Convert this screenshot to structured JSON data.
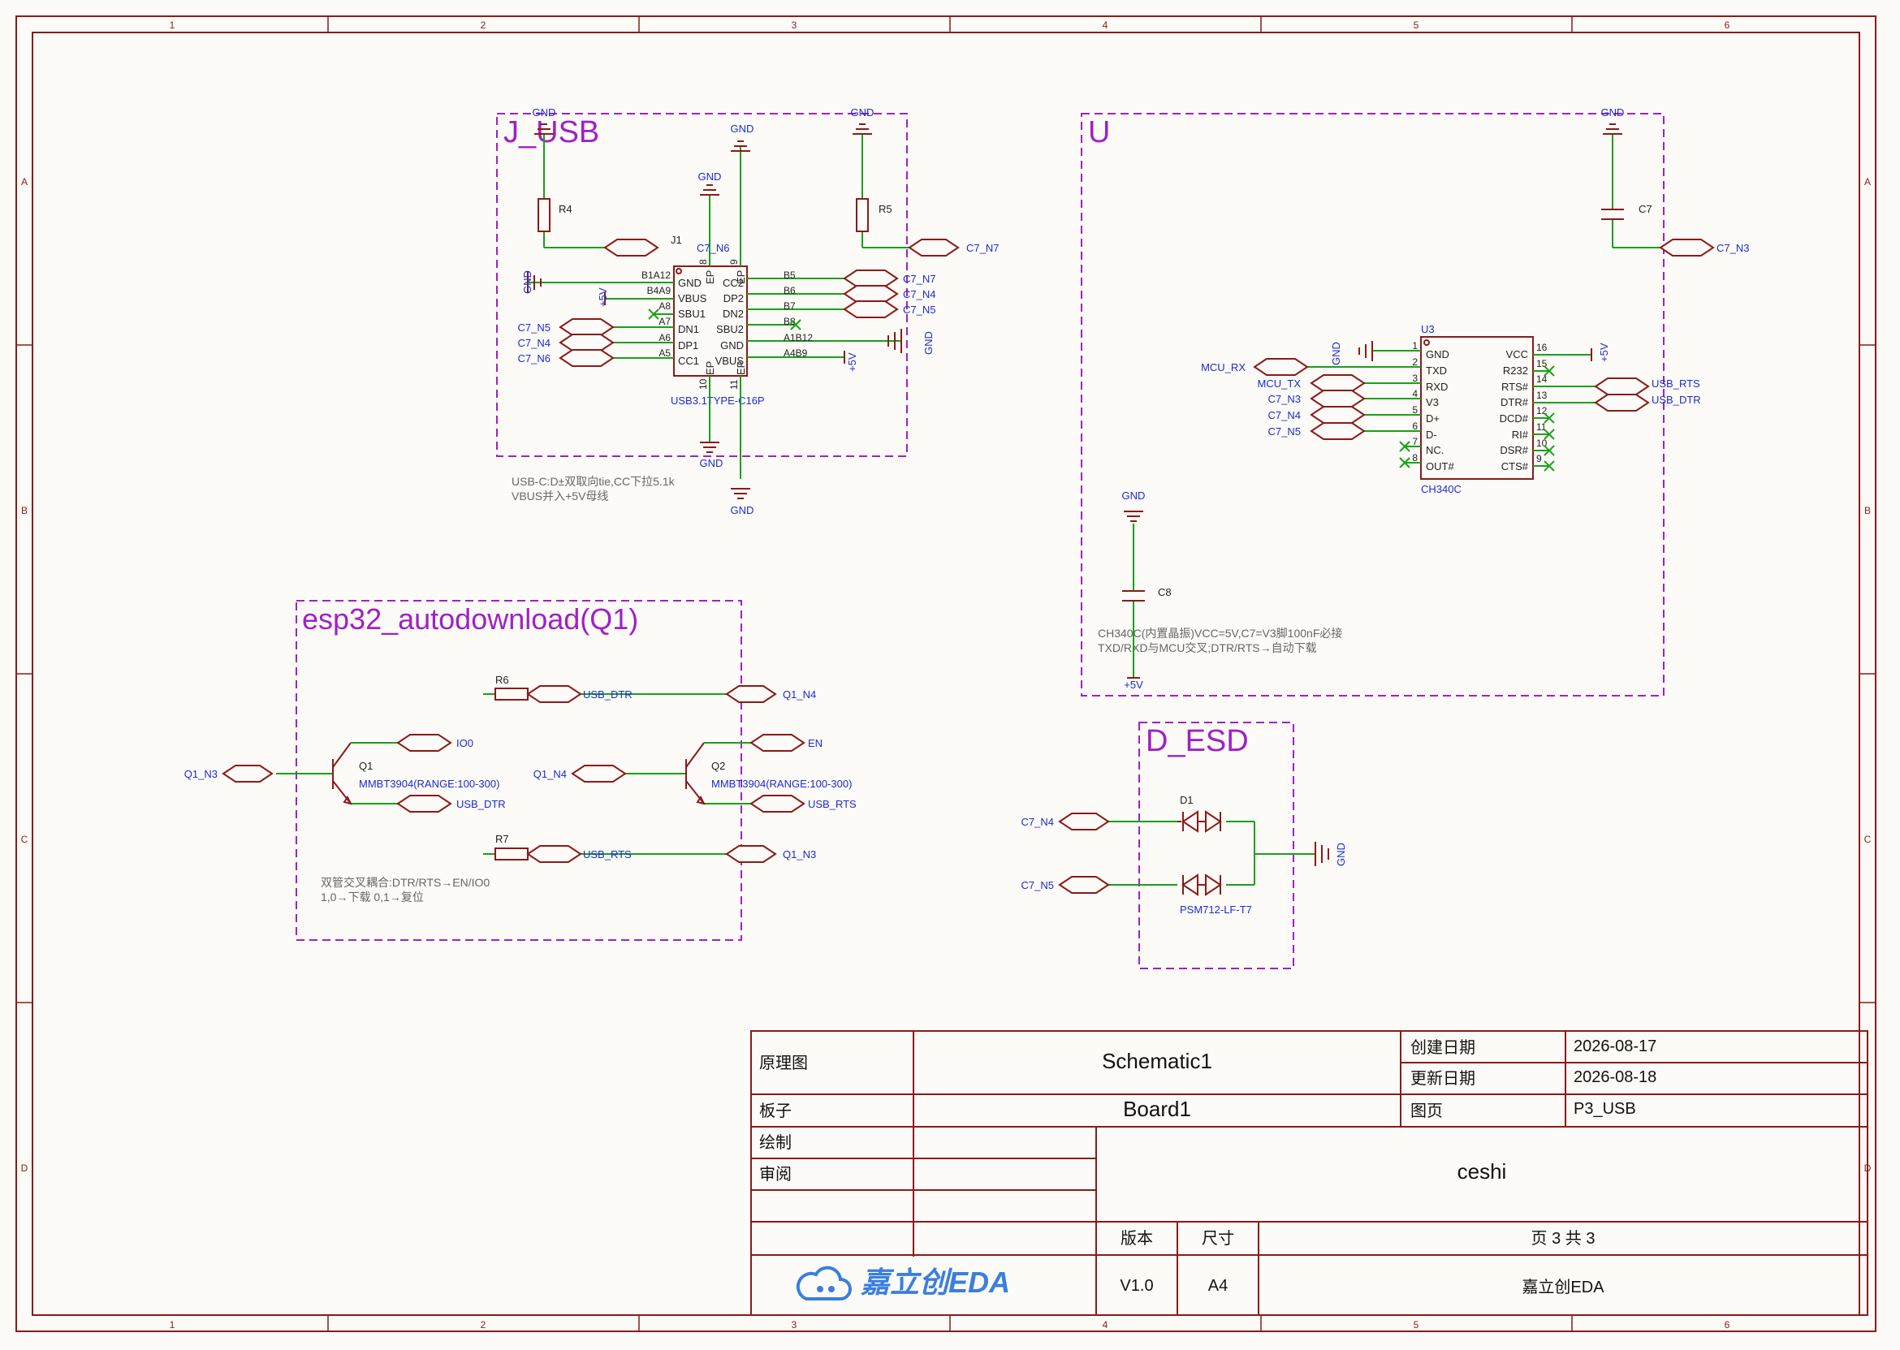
{
  "border": {
    "columns": [
      "1",
      "2",
      "3",
      "4",
      "5",
      "6"
    ],
    "rows": [
      "A",
      "B",
      "C",
      "D"
    ]
  },
  "groups": {
    "j_usb": {
      "title": "J_USB",
      "note_line1": "USB-C:D±双取向tie,CC下拉5.1k",
      "note_line2": "VBUS并入+5V母线"
    },
    "u": {
      "title": "U",
      "note_line1": "CH340C(内置晶振)VCC=5V,C7=V3脚100nF必接",
      "note_line2": "TXD/RXD与MCU交叉;DTR/RTS→自动下载"
    },
    "esp32": {
      "title": "esp32_autodownload(Q1)",
      "note_line1": "双管交叉耦合:DTR/RTS→EN/IO0",
      "note_line2": "1,0→下载 0,1→复位"
    },
    "d_esd": {
      "title": "D_ESD"
    }
  },
  "components": {
    "J1": {
      "ref": "J1",
      "value": "USB3.1TYPE-C16P",
      "left_pins": [
        {
          "num": "B1A12",
          "name": "GND"
        },
        {
          "num": "B4A9",
          "name": "VBUS"
        },
        {
          "num": "A8",
          "name": "SBU1"
        },
        {
          "num": "A7",
          "name": "DN1"
        },
        {
          "num": "A6",
          "name": "DP1"
        },
        {
          "num": "A5",
          "name": "CC1"
        }
      ],
      "right_pins": [
        {
          "num": "B5",
          "name": "CC2"
        },
        {
          "num": "B6",
          "name": "DP2"
        },
        {
          "num": "B7",
          "name": "DN2"
        },
        {
          "num": "B8",
          "name": "SBU2"
        },
        {
          "num": "A1B12",
          "name": "GND"
        },
        {
          "num": "A4B9",
          "name": "VBUS"
        }
      ],
      "top_pins": [
        {
          "num": "8",
          "name": "EP"
        },
        {
          "num": "9",
          "name": "EP"
        }
      ],
      "bottom_pins": [
        {
          "num": "10",
          "name": "EP"
        },
        {
          "num": "11",
          "name": "EP"
        }
      ]
    },
    "U3": {
      "ref": "U3",
      "value": "CH340C",
      "left_pins": [
        {
          "num": "1",
          "name": "GND"
        },
        {
          "num": "2",
          "name": "TXD"
        },
        {
          "num": "3",
          "name": "RXD"
        },
        {
          "num": "4",
          "name": "V3"
        },
        {
          "num": "5",
          "name": "D+"
        },
        {
          "num": "6",
          "name": "D-"
        },
        {
          "num": "7",
          "name": "NC."
        },
        {
          "num": "8",
          "name": "OUT#"
        }
      ],
      "right_pins": [
        {
          "num": "16",
          "name": "VCC"
        },
        {
          "num": "15",
          "name": "R232"
        },
        {
          "num": "14",
          "name": "RTS#"
        },
        {
          "num": "13",
          "name": "DTR#"
        },
        {
          "num": "12",
          "name": "DCD#"
        },
        {
          "num": "11",
          "name": "RI#"
        },
        {
          "num": "10",
          "name": "DSR#"
        },
        {
          "num": "9",
          "name": "CTS#"
        }
      ]
    },
    "R4": {
      "ref": "R4"
    },
    "R5": {
      "ref": "R5"
    },
    "R6": {
      "ref": "R6"
    },
    "R7": {
      "ref": "R7"
    },
    "C7": {
      "ref": "C7"
    },
    "C8": {
      "ref": "C8"
    },
    "Q1": {
      "ref": "Q1",
      "value": "MMBT3904(RANGE:100-300)"
    },
    "Q2": {
      "ref": "Q2",
      "value": "MMBT3904(RANGE:100-300)"
    },
    "D1": {
      "ref": "D1",
      "value": "PSM712-LF-T7"
    }
  },
  "nets": {
    "gnd": "GND",
    "p5v": "+5V",
    "c7n3": "C7_N3",
    "c7n4": "C7_N4",
    "c7n5": "C7_N5",
    "c7n6": "C7_N6",
    "c7n7": "C7_N7",
    "mcu_rx": "MCU_RX",
    "mcu_tx": "MCU_TX",
    "usb_rts": "USB_RTS",
    "usb_dtr": "USB_DTR",
    "q1n3": "Q1_N3",
    "q1n4": "Q1_N4",
    "io0": "IO0",
    "en": "EN"
  },
  "title_block": {
    "sheet_kind_label": "原理图",
    "sheet_name": "Schematic1",
    "board_label": "板子",
    "board_name": "Board1",
    "created_label": "创建日期",
    "created": "2026-08-17",
    "updated_label": "更新日期",
    "updated": "2026-08-18",
    "page_label": "图页",
    "page_name": "P3_USB",
    "drawn_label": "绘制",
    "review_label": "审阅",
    "project": "ceshi",
    "version_label": "版本",
    "version": "V1.0",
    "size_label": "尺寸",
    "size": "A4",
    "page_count": "页 3 共 3",
    "company": "嘉立创EDA",
    "logo_text": "嘉立创EDA"
  },
  "colors": {
    "frame": "#8b1a1a",
    "group": "#a020c8",
    "wire": "#1aa01a",
    "net_label": "#1a2bd6",
    "logo": "#3a7ee0"
  }
}
